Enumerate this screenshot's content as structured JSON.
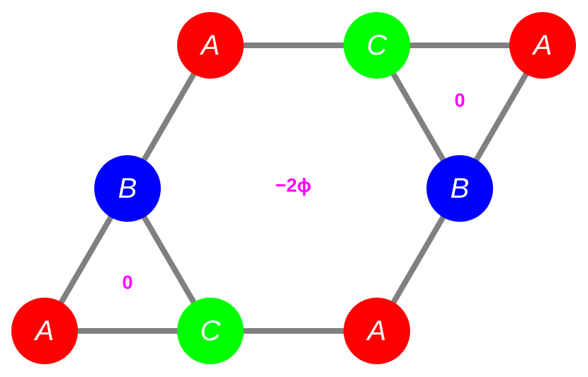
{
  "colors": {
    "edge": "#808080",
    "site_A": "#ff0000",
    "site_B": "#0000ff",
    "site_C": "#00ff00",
    "flux_label": "#ff00ff",
    "node_text": "#ffffff"
  },
  "nodes": [
    {
      "id": "a-top-left",
      "label": "A",
      "type": "A"
    },
    {
      "id": "c-top",
      "label": "C",
      "type": "C"
    },
    {
      "id": "a-top-right",
      "label": "A",
      "type": "A"
    },
    {
      "id": "b-left",
      "label": "B",
      "type": "B"
    },
    {
      "id": "b-right",
      "label": "B",
      "type": "B"
    },
    {
      "id": "a-bottom-left",
      "label": "A",
      "type": "A"
    },
    {
      "id": "c-bottom",
      "label": "C",
      "type": "C"
    },
    {
      "id": "a-bottom-right",
      "label": "A",
      "type": "A"
    }
  ],
  "edges": [
    [
      "a-top-left",
      "c-top"
    ],
    [
      "c-top",
      "a-top-right"
    ],
    [
      "c-top",
      "b-right"
    ],
    [
      "a-top-right",
      "b-right"
    ],
    [
      "a-top-left",
      "b-left"
    ],
    [
      "b-left",
      "a-bottom-left"
    ],
    [
      "b-left",
      "c-bottom"
    ],
    [
      "a-bottom-left",
      "c-bottom"
    ],
    [
      "c-bottom",
      "a-bottom-right"
    ],
    [
      "b-right",
      "a-bottom-right"
    ]
  ],
  "fluxes": {
    "center": "−2ϕ",
    "upper_right_triangle": "0",
    "lower_left_triangle": "0"
  }
}
